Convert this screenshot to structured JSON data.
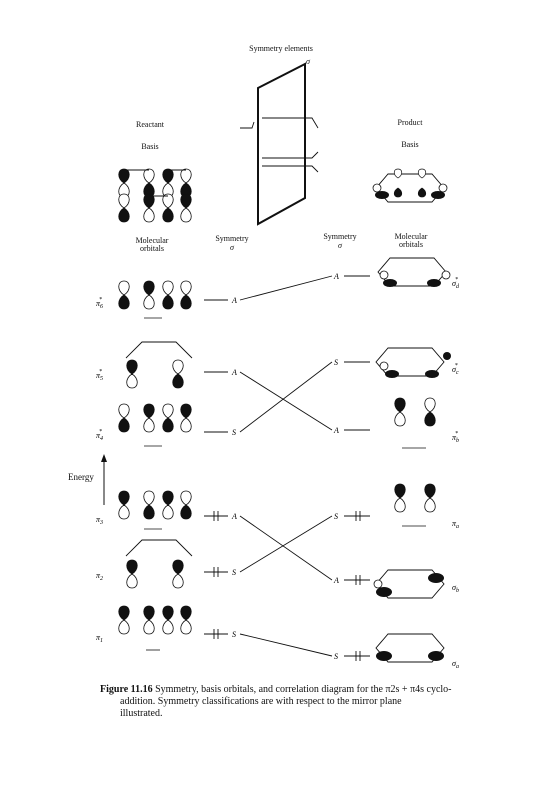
{
  "header": {
    "symmetry_elements": "Symmetry elements",
    "sigma": "σ",
    "reactant": "Reactant",
    "product": "Product",
    "basis_left": "Basis",
    "basis_right": "Basis"
  },
  "columns": {
    "mo_left": [
      "Molecular",
      "orbitals"
    ],
    "sym_left": [
      "Symmetry",
      "σ"
    ],
    "sym_right": [
      "Symmetry",
      "σ"
    ],
    "mo_right": [
      "Molecular",
      "orbitals"
    ]
  },
  "axis": {
    "energy": "Energy"
  },
  "reactant_levels": [
    {
      "label": "π6*",
      "sym": "A",
      "occupied": false
    },
    {
      "label": "π5*",
      "sym": "A",
      "occupied": false
    },
    {
      "label": "π4*",
      "sym": "S",
      "occupied": false
    },
    {
      "label": "π3",
      "sym": "A",
      "occupied": true
    },
    {
      "label": "π2",
      "sym": "S",
      "occupied": true
    },
    {
      "label": "π1",
      "sym": "S",
      "occupied": true
    }
  ],
  "product_levels": [
    {
      "label": "σd*",
      "sym": "A",
      "occupied": false
    },
    {
      "label": "σc*",
      "sym": "S",
      "occupied": false
    },
    {
      "label": "πb*",
      "sym": "A",
      "occupied": false
    },
    {
      "label": "πa",
      "sym": "S",
      "occupied": true
    },
    {
      "label": "σb",
      "sym": "A",
      "occupied": true
    },
    {
      "label": "σa",
      "sym": "S",
      "occupied": true
    }
  ],
  "caption": {
    "figure": "Figure 11.16",
    "line1": "Symmetry, basis orbitals, and correlation diagram for the π2s + π4s cyclo-",
    "line2": "addition. Symmetry classifications are with respect to the mirror plane",
    "line3": "illustrated."
  }
}
